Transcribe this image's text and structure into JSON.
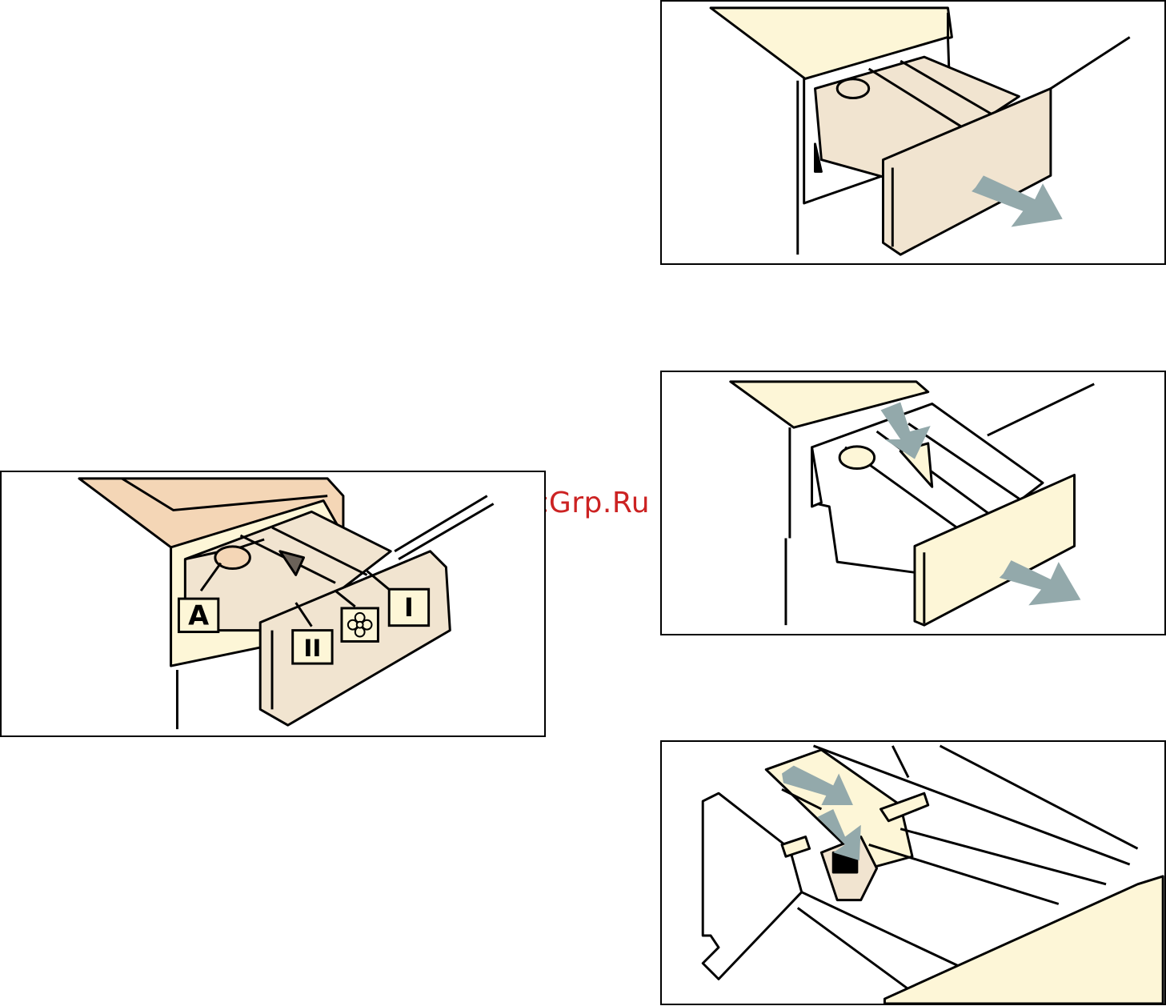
{
  "watermark": {
    "text": "McGrp.Ru"
  },
  "figure_main": {
    "labels": {
      "siphon": "A",
      "prewash": "I",
      "main_wash": "II"
    },
    "icons": [
      "flower-icon"
    ]
  },
  "colors": {
    "cream": "#fdf6d7",
    "beige": "#f1e4d0",
    "tan": "#f4d6b6",
    "arrow": "#93a9ab",
    "dark": "#6b6259"
  }
}
